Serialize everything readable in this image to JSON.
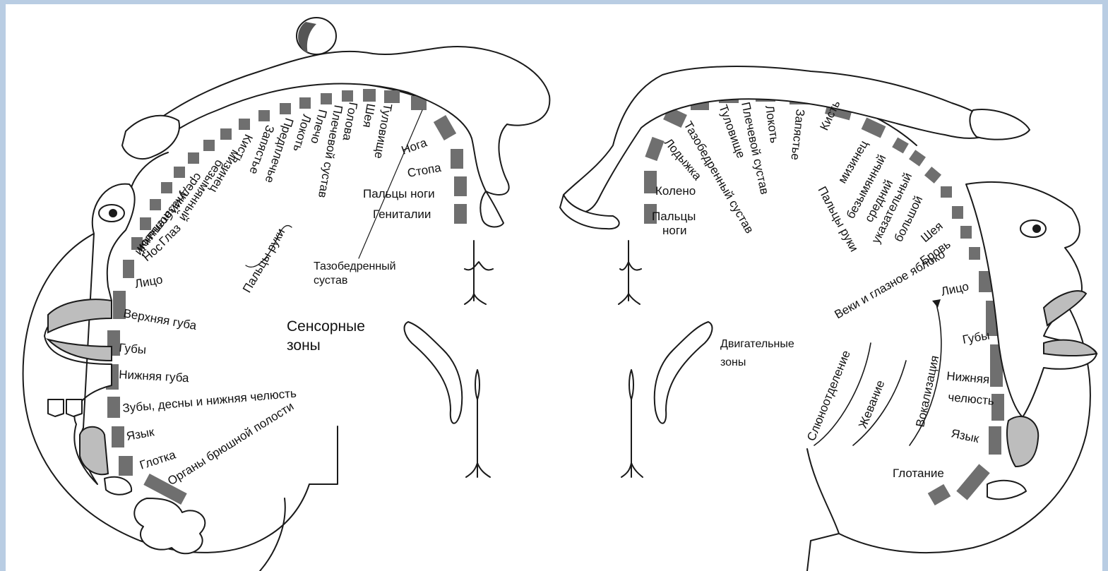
{
  "sensory": {
    "title_line1": "Сенсорные",
    "title_line2": "зоны",
    "labels": {
      "noga": "Нога",
      "stopa": "Стопа",
      "paltsy_nogi": "Пальцы ноги",
      "genitalii": "Гениталии",
      "tulovishche": "Туловище",
      "sheya": "Шея",
      "golova": "Голова",
      "plechevoy_sustav": "Плечевой сустав",
      "plecho": "Плечо",
      "lokot": "Локоть",
      "predplechye": "Предплечье",
      "zapyastye": "Запястье",
      "kist": "Кисть",
      "mizinets": "мизинец",
      "bezymyanny": "безымянный",
      "sredniy": "средний",
      "ukazatelny": "указательный",
      "bolshoy": "большой",
      "paltsy_ruki": "Пальцы руки",
      "glaz": "Глаз",
      "nos": "Нос",
      "litso": "Лицо",
      "verkhnyaya_guba": "Верхняя губа",
      "guby": "Губы",
      "nizhnyaya_guba": "Нижняя губа",
      "zuby": "Зубы, десны и нижняя челюсть",
      "yazyk": "Язык",
      "glotka": "Глотка",
      "organy": "Органы брюшной полости",
      "tazobedr_1": "Тазобедренный",
      "tazobedr_2": "сустав"
    }
  },
  "motor": {
    "title_line1": "Двигательные",
    "title_line2": "зоны",
    "labels": {
      "paltsy_1": "Пальцы",
      "paltsy_2": "ноги",
      "koleno": "Колено",
      "lodyzhka": "Лодыжка",
      "tazobedr": "Тазобедренный сустав",
      "tulovishche": "Туловище",
      "plechevoy": "Плечевой сустав",
      "lokot": "Локоть",
      "zapyastye": "Запястье",
      "kist": "Кисть",
      "mizinets": "мизинец",
      "bezymyanny": "безымянный",
      "sredniy": "средний",
      "ukazatelny": "указательный",
      "bolshoy": "большой",
      "paltsy_ruki": "Пальцы руки",
      "sheya": "Шея",
      "brov": "Бровь",
      "veki": "Веки и глазное яблоко",
      "litso": "Лицо",
      "guby": "Губы",
      "nizhnyaya": "Нижняя",
      "chelyust": "челюсть",
      "yazyk": "Язык",
      "glotanie": "Глотание",
      "vokalizatsiya": "Вокализация",
      "zhevanie": "Жевание",
      "slyunootdelenie": "Слюноотделение"
    }
  }
}
